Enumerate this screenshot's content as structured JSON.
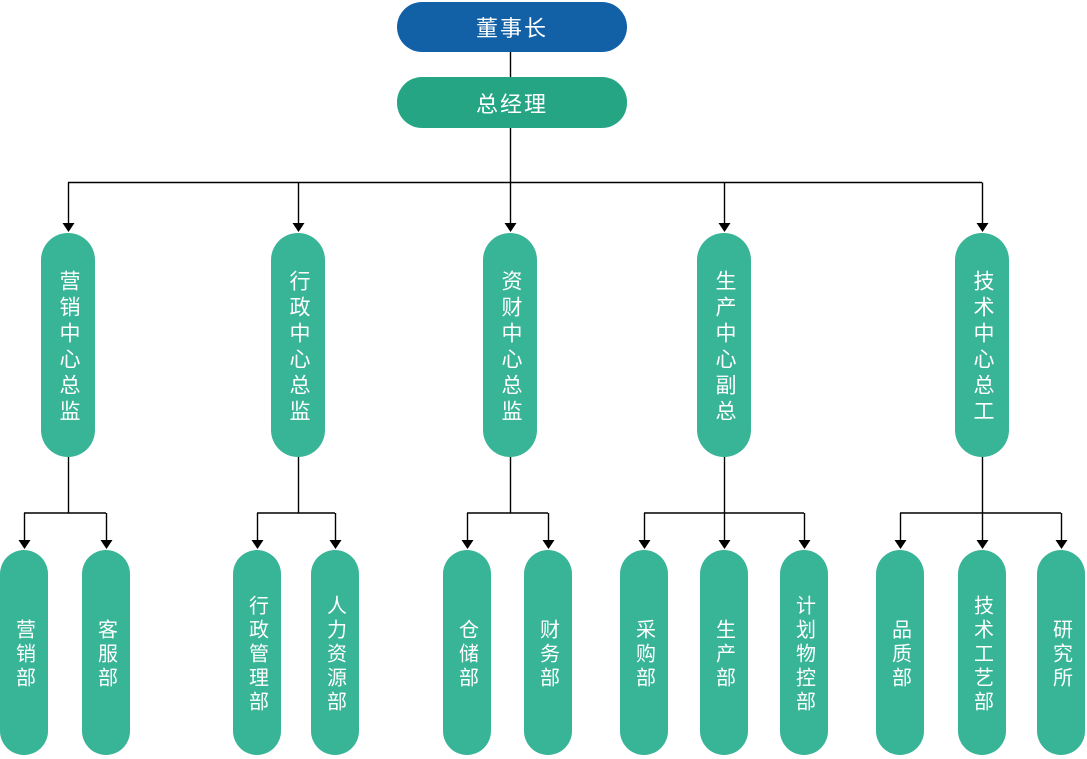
{
  "org_chart": {
    "chairman": {
      "label": "董事长"
    },
    "general_manager": {
      "label": "总经理"
    },
    "centers": [
      {
        "label": "营销中心总监",
        "departments": [
          {
            "label": "营销部"
          },
          {
            "label": "客服部"
          }
        ]
      },
      {
        "label": "行政中心总监",
        "departments": [
          {
            "label": "行政管理部"
          },
          {
            "label": "人力资源部"
          }
        ]
      },
      {
        "label": "资财中心总监",
        "departments": [
          {
            "label": "仓储部"
          },
          {
            "label": "财务部"
          }
        ]
      },
      {
        "label": "生产中心副总",
        "departments": [
          {
            "label": "采购部"
          },
          {
            "label": "生产部"
          },
          {
            "label": "计划物控部"
          }
        ]
      },
      {
        "label": "技术中心总工",
        "departments": [
          {
            "label": "品质部"
          },
          {
            "label": "技术工艺部"
          },
          {
            "label": "研究所"
          }
        ]
      }
    ],
    "colors": {
      "chairman_fill": "#1261A7",
      "general_manager_fill": "#26A584",
      "node_fill": "#38B496",
      "text": "#FFFFFF",
      "connector": "#000000"
    }
  }
}
